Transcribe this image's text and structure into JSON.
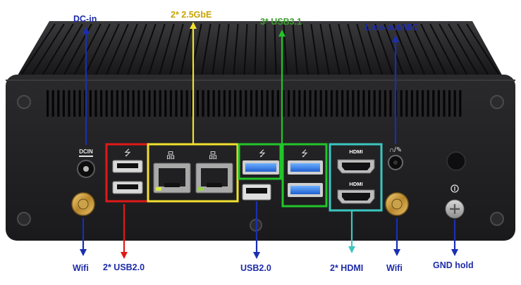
{
  "image": {
    "description_free": true
  },
  "callouts": {
    "dc_in": "DC-in",
    "lan": "2* 2.5GbE",
    "usb31": "3* USB3.1",
    "audio": "Line-out/MIC",
    "wifi_left": "Wifi",
    "usb20_pair": "2* USB2.0",
    "usb20_single": "USB2.0",
    "hdmi": "2* HDMI",
    "wifi_right": "Wifi",
    "gnd": "GND hold"
  },
  "panel_marks": {
    "dcin": "DCIN",
    "hdmi_top": "HDMI",
    "hdmi_bottom": "HDMI"
  },
  "colors": {
    "arrow_blue": "#1a2fb0",
    "lan_box": "#f2e030",
    "usb31_box": "#22c52a",
    "usb20_box": "#e01818",
    "hdmi_box": "#3cc6c0",
    "chassis": "#1c1c1e"
  }
}
